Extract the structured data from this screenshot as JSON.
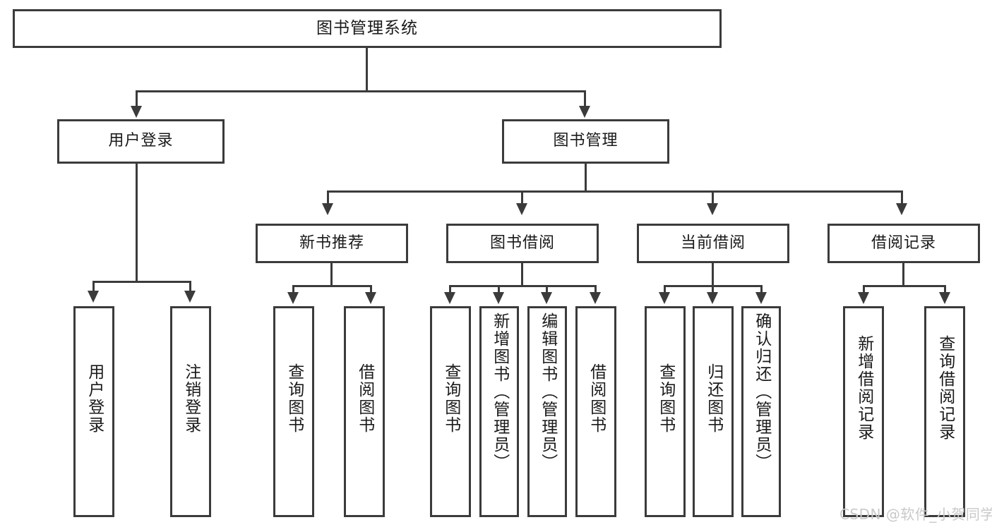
{
  "diagram": {
    "title": "图书管理系统",
    "type": "hierarchy-tree",
    "levels": 4,
    "root": {
      "label": "图书管理系统"
    },
    "level2": [
      {
        "label": "用户登录"
      },
      {
        "label": "图书管理"
      }
    ],
    "level3": [
      {
        "label": "新书推荐"
      },
      {
        "label": "图书借阅"
      },
      {
        "label": "当前借阅"
      },
      {
        "label": "借阅记录"
      }
    ],
    "leaves": [
      {
        "label": "用户登录",
        "parent": "用户登录"
      },
      {
        "label": "注销登录",
        "parent": "用户登录"
      },
      {
        "label": "查询图书",
        "parent": "新书推荐"
      },
      {
        "label": "借阅图书",
        "parent": "新书推荐"
      },
      {
        "label": "查询图书",
        "parent": "图书借阅"
      },
      {
        "label": "新增图书（管理员）",
        "parent": "图书借阅"
      },
      {
        "label": "编辑图书（管理员）",
        "parent": "图书借阅"
      },
      {
        "label": "借阅图书",
        "parent": "图书借阅"
      },
      {
        "label": "查询图书",
        "parent": "当前借阅"
      },
      {
        "label": "归还图书",
        "parent": "当前借阅"
      },
      {
        "label": "确认归还（管理员）",
        "parent": "当前借阅"
      },
      {
        "label": "新增借阅记录",
        "parent": "借阅记录"
      },
      {
        "label": "查询借阅记录",
        "parent": "借阅记录"
      }
    ]
  },
  "watermark": {
    "text": "CSDN @软件_小贺同学"
  },
  "colors": {
    "stroke": "#3b3b3b",
    "text": "#1a1a1a",
    "background": "#ffffff",
    "watermark": "#c9c9c9"
  }
}
